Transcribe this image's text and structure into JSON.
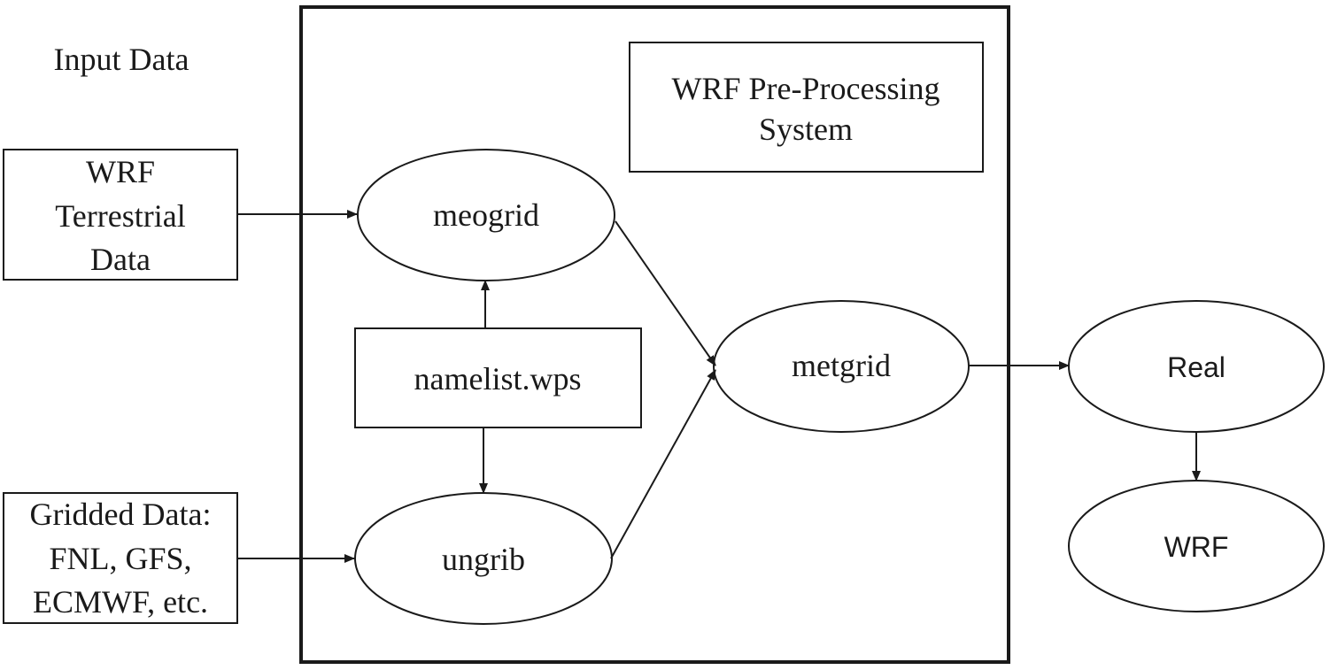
{
  "input_label": "Input Data",
  "system_title": [
    "WRF Pre-Processing",
    "System"
  ],
  "nodes": {
    "terrestrial": [
      "WRF",
      "Terrestrial",
      "Data"
    ],
    "gridded": [
      "Gridded Data:",
      "FNL, GFS,",
      "ECMWF, etc."
    ],
    "meogrid": "meogrid",
    "namelist": "namelist.wps",
    "ungrib": "ungrib",
    "metgrid": "metgrid",
    "real": "Real",
    "wrf": "WRF"
  },
  "edges": [
    {
      "from": "terrestrial",
      "to": "meogrid"
    },
    {
      "from": "gridded",
      "to": "ungrib"
    },
    {
      "from": "namelist",
      "to": "meogrid"
    },
    {
      "from": "namelist",
      "to": "ungrib"
    },
    {
      "from": "meogrid",
      "to": "metgrid"
    },
    {
      "from": "ungrib",
      "to": "metgrid"
    },
    {
      "from": "metgrid",
      "to": "real"
    },
    {
      "from": "real",
      "to": "wrf"
    }
  ]
}
